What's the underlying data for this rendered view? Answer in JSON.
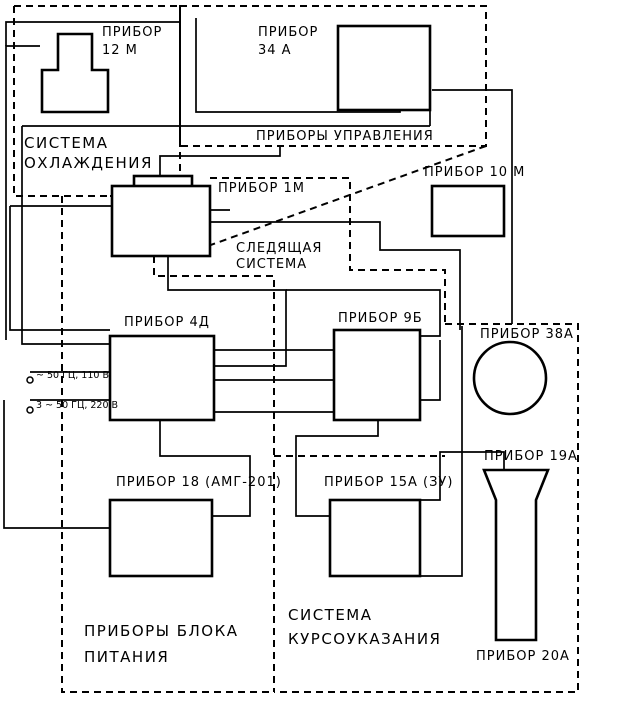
{
  "devices": {
    "d12m": "ПРИБОР 12 М",
    "d34a": "ПРИБОР 34 А",
    "d1m": "ПРИБОР 1М",
    "d10m": "ПРИБОР 10 М",
    "d4d": "ПРИБОР 4Д",
    "d9b": "ПРИБОР 9Б",
    "d38a": "ПРИБОР 38А",
    "d19a": "ПРИБОР 19А",
    "d18": "ПРИБОР 18 (АМГ-201)",
    "d15a": "ПРИБОР 15А (ЗУ)",
    "d20a": "ПРИБОР 20А"
  },
  "systems": {
    "cooling": "СИСТЕМА ОХЛАЖДЕНИЯ",
    "control": "ПРИБОРЫ УПРАВЛЕНИЯ",
    "tracking": "СЛЕДЯЩАЯ СИСТЕМА",
    "power": "ПРИБОРЫ БЛОКА ПИТАНИЯ",
    "heading": "СИСТЕМА КУРСОУКАЗАНИЯ"
  },
  "supplies": {
    "single_phase": "~ 50 ГЦ, 110 В",
    "three_phase": "3 ~ 50 ГЦ, 220 В"
  }
}
